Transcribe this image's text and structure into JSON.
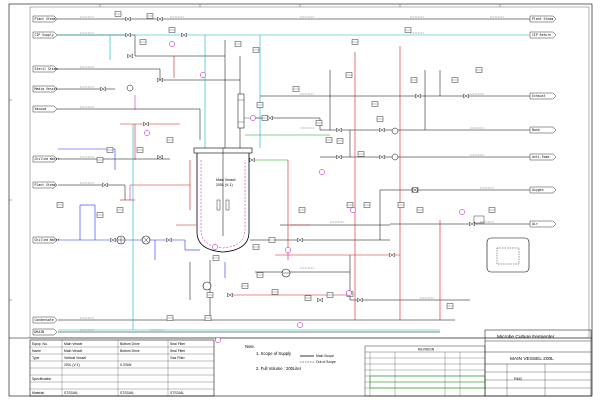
{
  "left_streams": [
    "Plant Steam",
    "CIP Supply",
    "Steril Steam",
    "Media Vessel",
    "Vacuum",
    "Chilled Water",
    "Plant Steam",
    "Chilled Water",
    "Condensate",
    "DRAIN"
  ],
  "right_streams": [
    "Plant Steam",
    "CIP Return",
    "Exhaust",
    "Base",
    "Anti-Foam",
    "Oxygen",
    "Air"
  ],
  "vessel": {
    "line1": "Main Vessel",
    "line2": "200L (V-1)"
  },
  "notes": {
    "heading": "Note.",
    "items": [
      "1. Scope of Supply",
      "2. Full Volume : 200Liter"
    ],
    "legend": [
      "Main Scope",
      "Out of Scope"
    ]
  },
  "title_block": {
    "project": "Microbe Culture Fermenter",
    "drawing": "MAIN VESSEL 200L",
    "dwg_type": "P&ID",
    "revision_label": "REVISION"
  },
  "equip_table": {
    "headers": [
      "Equip. No.",
      "Main Vessel",
      "Bottom Drive",
      "Seal Filter"
    ],
    "rows": [
      [
        "Name",
        "Main Vessel",
        "Bottom Drive",
        "Seal Filter"
      ],
      [
        "Type",
        "Vertical Vessel",
        "",
        "Gas Filter"
      ],
      [
        "",
        "200L (V-1)",
        "0.37kW",
        ""
      ],
      [
        "Specification",
        "",
        "",
        ""
      ],
      [
        "Material",
        "STS316L",
        "STS316L",
        "STS316L"
      ]
    ]
  },
  "colors": {
    "black": "#000000",
    "blue": "#1f2fff",
    "red": "#d81b1b",
    "cyan": "#00b5c8",
    "green": "#12a312",
    "magenta": "#c000c0"
  }
}
